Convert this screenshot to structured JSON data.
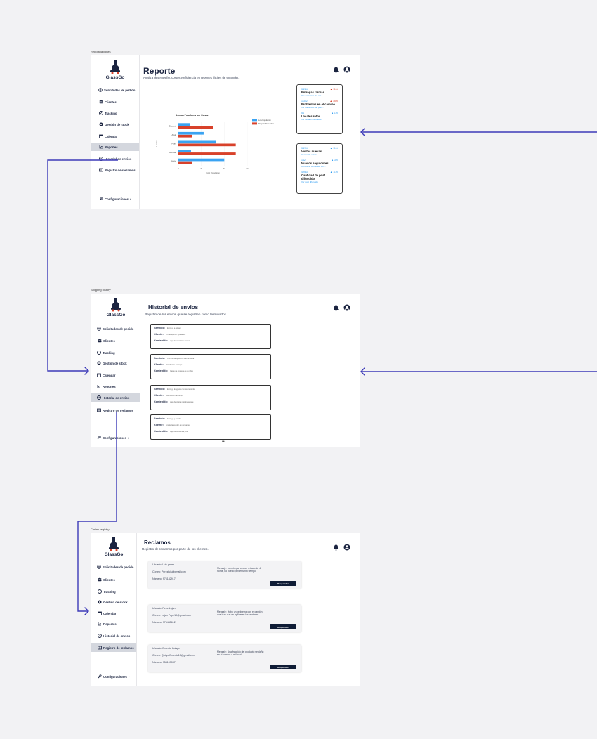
{
  "frame_labels": {
    "reporte": "Reportciaciones",
    "historial": "Shipping history",
    "reclamos": "Claims registry"
  },
  "brand": {
    "name": "GlassGo"
  },
  "nav": {
    "solicitudes": "Solicitudes de pedido",
    "clientes": "Clientes",
    "tracking": "Tracking",
    "stock": "Gestión de stock",
    "calendar": "Calendar",
    "reportes": "Reportes",
    "historial": "Historial de envios",
    "reclamos": "Registro de reclamos",
    "config": "Configuraciones"
  },
  "reporte": {
    "title": "Reporte",
    "subtitle": "Analiza desempeño, costos y eficiencia en reportes fáciles de entender.",
    "chart_title": "Líneas Populares por Zonas",
    "stats_a": [
      {
        "value": "3,224",
        "change": "▲ 11%",
        "dir": "down",
        "label": "Entregas tardías",
        "link": "Ver contenido del ant..."
      },
      {
        "value": "1,342",
        "change": "▲ 15%",
        "dir": "down",
        "label": "Problemas en el camino",
        "link": "Ver contenido del prev..."
      },
      {
        "value": "54",
        "change": "▲ 1%",
        "dir": "up",
        "label": "Locales rotos",
        "link": "Ver locales afectados"
      }
    ],
    "stats_b": [
      {
        "value": "3,274",
        "change": "▲ 11%",
        "dir": "up",
        "label": "Visitas nuevas",
        "link": "Compartir enlace"
      },
      {
        "value": "142",
        "change": "▲ 3%",
        "dir": "up",
        "label": "Nuevos seguidores",
        "link": "Compartir contenido con..."
      },
      {
        "value": "4,983",
        "change": "▲ 11%",
        "dir": "up",
        "label": "Cantidad de post difundido",
        "link": "Ver post difundido"
      }
    ]
  },
  "chart_data": {
    "type": "bar",
    "orientation": "horizontal",
    "title": "Líneas Populares por Zonas",
    "xlabel": "Total Population",
    "ylabel": "Líneas",
    "categories": [
      "Bradzall",
      "Aguir",
      "Piura",
      "Gonzalo",
      "Nollia"
    ],
    "x_ticks": [
      0,
      20,
      40,
      60
    ],
    "xlim": [
      0,
      60
    ],
    "legend_position": "top-right",
    "series": [
      {
        "name": "Low Population",
        "color": "#3aa3f2",
        "values": [
          10,
          22,
          33,
          11,
          40
        ]
      },
      {
        "name": "Regular Population",
        "color": "#d8412a",
        "values": [
          30,
          12,
          50,
          50,
          12
        ]
      }
    ]
  },
  "historial": {
    "title": "Historial de envios",
    "subtitle": "Registro de los envios que se registran como terminados.",
    "labels": {
      "servicio": "Servicio:",
      "cliente": "Cliente:",
      "contenido": "Contenido:"
    },
    "cards": [
      {
        "servicio": "Entrega a llehan",
        "cliente": "Inti atalaya en operación",
        "contenido": "caja de artefactos varios"
      },
      {
        "servicio": "Compañía Aplica en Herramienta",
        "cliente": "Distribuidor arreingo",
        "contenido": "Cajas de cosas a de a cobre"
      },
      {
        "servicio": "Entrega lengüeta con Herramienta",
        "cliente": "Distribución arreingo",
        "contenido": "caja de cristal roto transporte"
      },
      {
        "servicio": "Entrega y cambio",
        "cliente": "Limpieza ayudar en ventanas",
        "contenido": "caja de ventanilla pos"
      }
    ],
    "more": "•••"
  },
  "reclamos": {
    "title": "Reclamos",
    "subtitle": "Registro de reclamos por parte de los clientes.",
    "button_label": "Responder",
    "cards": [
      {
        "user": "Usuario: Luis perez",
        "email": "Correo: Perezluis@gmail.com",
        "phone": "Número: 976142917",
        "message": "Mensaje: La entrega tuvo un retraso de 4 horas, no puedo perder tanto tiempo."
      },
      {
        "user": "Usuario: Pepe Lujan",
        "email": "Correo: Lujan Pepe10@gmail.com",
        "phone": "Número: 976445612",
        "message": "Mensaje: Hubo un problema con el camión que hizo que se agilizaran las ventanas."
      },
      {
        "user": "Usuario: Ernesto Quispe",
        "email": "Correo: QuispeErnesto10@gmail.com",
        "phone": "Número: 954193087",
        "message": "Mensaje: Una fracción del producto se dañó en el camino a mi local."
      }
    ]
  }
}
